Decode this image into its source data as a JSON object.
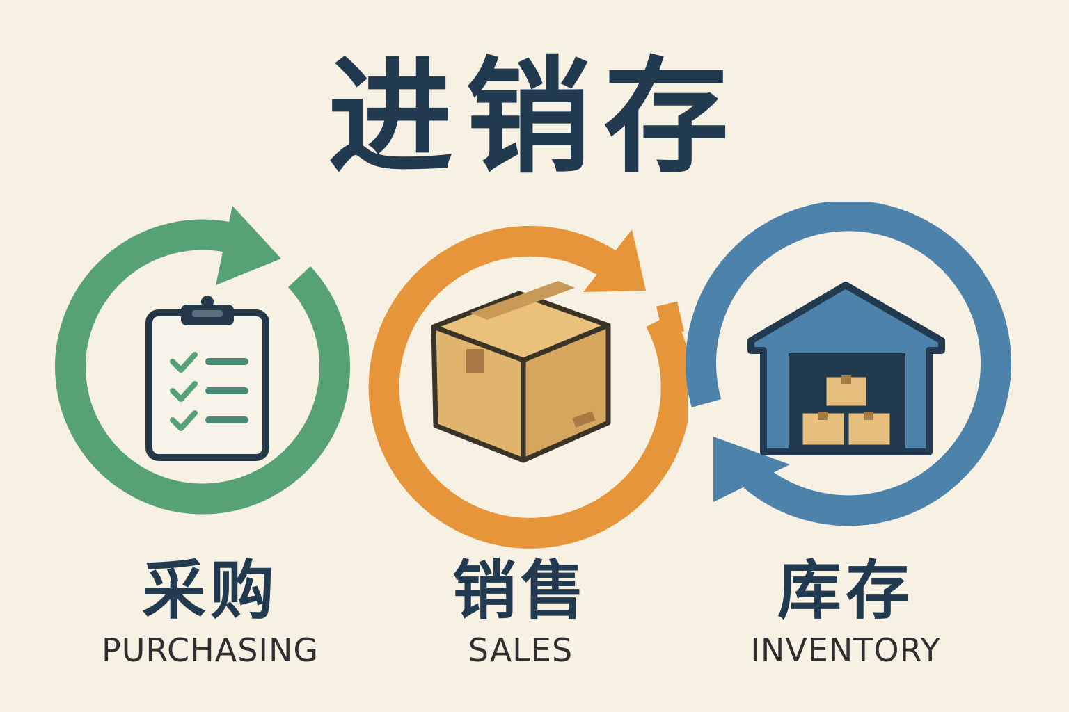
{
  "title": "进销存",
  "colors": {
    "background": "#f7f1e3",
    "title": "#213a50",
    "purchasing": "#57a176",
    "sales": "#e6953a",
    "inventory": "#4d82aa",
    "outline": "#2b3a47",
    "cardboard": "#e0b56d"
  },
  "stages": [
    {
      "cn": "采购",
      "en": "PURCHASING",
      "icon": "clipboard-checklist-icon",
      "arrow": "circular-arrow-green"
    },
    {
      "cn": "销售",
      "en": "SALES",
      "icon": "cardboard-box-icon",
      "arrow": "circular-arrow-orange"
    },
    {
      "cn": "库存",
      "en": "INVENTORY",
      "icon": "warehouse-icon",
      "arrow": "circular-arrow-blue"
    }
  ]
}
